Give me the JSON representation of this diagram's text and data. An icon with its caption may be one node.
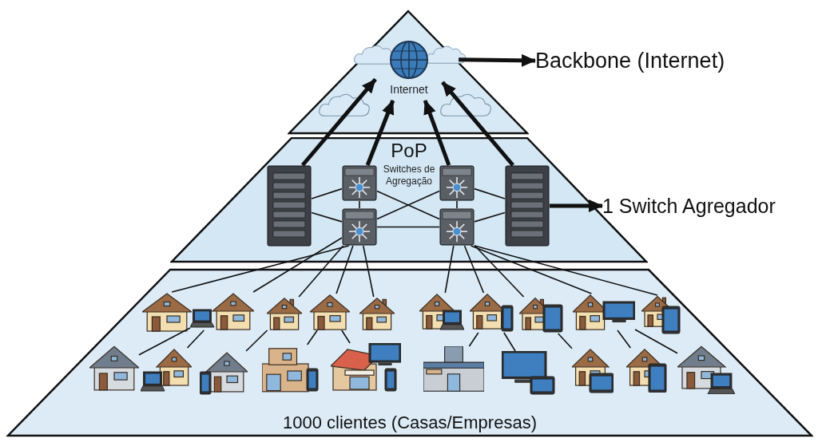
{
  "diagram": {
    "nodes": [
      {
        "text": [],
        "shape": "triangle"
      },
      {
        "text": [
          "Internet"
        ],
        "in": 0
      },
      {
        "text": [
          "Backbone (Internet)"
        ]
      },
      {
        "text": [
          "PoP",
          "Switches de Agregação"
        ]
      },
      {
        "text": [],
        "shape": "picture",
        "in": 3
      },
      {
        "text": [],
        "shape": "picture",
        "in": 3
      },
      {
        "text": [],
        "shape": "picture",
        "in": 3
      },
      {
        "text": [],
        "shape": "picture",
        "in": 3
      },
      {
        "text": [],
        "shape": "picture",
        "in": 3
      },
      {
        "text": [],
        "shape": "picture",
        "in": 3
      },
      {
        "text": [
          "1 Switch Agregador"
        ]
      },
      {
        "text": [
          "1000 clientes (Casas/Empresas)"
        ]
      },
      {
        "text": [],
        "shape": "picture",
        "in": 11
      },
      {
        "text": [],
        "shape": "picture",
        "in": 11
      },
      {
        "text": [],
        "shape": "picture",
        "in": 11
      },
      {
        "text": [],
        "shape": "picture",
        "in": 11
      },
      {
        "text": [],
        "shape": "picture",
        "in": 11
      },
      {
        "text": [],
        "shape": "picture",
        "in": 11
      },
      {
        "text": [],
        "shape": "picture",
        "in": 11
      },
      {
        "text": [],
        "shape": "picture",
        "in": 11
      },
      {
        "text": [],
        "shape": "picture",
        "in": 11
      },
      {
        "text": [],
        "shape": "picture",
        "in": 11
      },
      {
        "text": [],
        "shape": "picture",
        "in": 11
      },
      {
        "text": [],
        "shape": "picture",
        "in": 11
      },
      {
        "text": [],
        "shape": "picture",
        "in": 11
      },
      {
        "text": [],
        "shape": "picture",
        "in": 11
      },
      {
        "text": [],
        "shape": "picture",
        "in": 11
      },
      {
        "text": [],
        "shape": "picture",
        "in": 11
      },
      {
        "text": [],
        "shape": "picture",
        "in": 11
      },
      {
        "text": [],
        "shape": "picture",
        "in": 11
      },
      {
        "text": [],
        "shape": "picture",
        "in": 11
      },
      {
        "text": [],
        "shape": "picture",
        "in": 11
      }
    ],
    "edges": [
      {
        "from": 4,
        "to": 1,
        "arrow": "to",
        "style": "thick"
      },
      {
        "from": 5,
        "to": 1,
        "arrow": "to",
        "style": "thick"
      },
      {
        "from": 6,
        "to": 1,
        "arrow": "to",
        "style": "thick"
      },
      {
        "from": 7,
        "to": 1,
        "arrow": "to",
        "style": "thick"
      },
      {
        "from": 0,
        "to": 2,
        "arrow": "to",
        "style": "thick"
      },
      {
        "from": 7,
        "to": 10,
        "arrow": "to",
        "style": "thick"
      },
      {
        "from": 4,
        "to": 5,
        "arrow": "none"
      },
      {
        "from": 4,
        "to": 8,
        "arrow": "none"
      },
      {
        "from": 5,
        "to": 8,
        "arrow": "none"
      },
      {
        "from": 5,
        "to": 9,
        "arrow": "none"
      },
      {
        "from": 8,
        "to": 6,
        "arrow": "none"
      },
      {
        "from": 8,
        "to": 9,
        "arrow": "none"
      },
      {
        "from": 6,
        "to": 9,
        "arrow": "none"
      },
      {
        "from": 6,
        "to": 7,
        "arrow": "none"
      },
      {
        "from": 9,
        "to": 7,
        "arrow": "none"
      },
      {
        "from": 8,
        "to": 12,
        "arrow": "none"
      },
      {
        "from": 8,
        "to": 13,
        "arrow": "none"
      },
      {
        "from": 8,
        "to": 14,
        "arrow": "none"
      },
      {
        "from": 8,
        "to": 15,
        "arrow": "none"
      },
      {
        "from": 8,
        "to": 16,
        "arrow": "none"
      },
      {
        "from": 9,
        "to": 17,
        "arrow": "none"
      },
      {
        "from": 9,
        "to": 18,
        "arrow": "none"
      },
      {
        "from": 9,
        "to": 19,
        "arrow": "none"
      },
      {
        "from": 9,
        "to": 20,
        "arrow": "none"
      },
      {
        "from": 9,
        "to": 21,
        "arrow": "none"
      },
      {
        "from": 13,
        "to": 22,
        "arrow": "none"
      },
      {
        "from": 13,
        "to": 23,
        "arrow": "none"
      },
      {
        "from": 14,
        "to": 24,
        "arrow": "none"
      },
      {
        "from": 15,
        "to": 25,
        "arrow": "none"
      },
      {
        "from": 15,
        "to": 26,
        "arrow": "none"
      },
      {
        "from": 18,
        "to": 27,
        "arrow": "none"
      },
      {
        "from": 18,
        "to": 28,
        "arrow": "none"
      },
      {
        "from": 19,
        "to": 29,
        "arrow": "none"
      },
      {
        "from": 20,
        "to": 30,
        "arrow": "none"
      },
      {
        "from": 20,
        "to": 31,
        "arrow": "none"
      }
    ]
  }
}
